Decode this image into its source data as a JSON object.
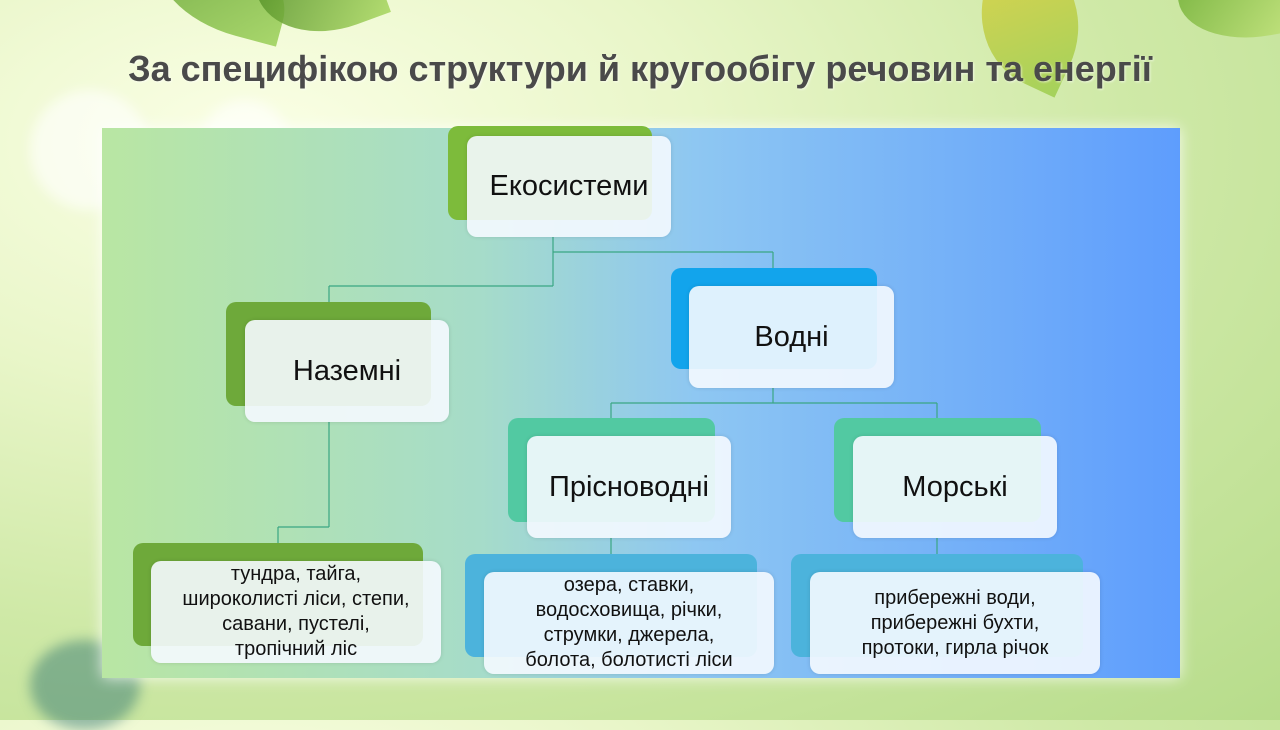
{
  "title": "За специфікою структури й кругообігу речовин та енергії",
  "colors": {
    "green": "#70ad47",
    "blue": "#00a6f0",
    "teal": "#4fcaa6",
    "skyblue": "#4bb1dc",
    "connector": "#3aa683"
  },
  "diagram": {
    "root": "Екосистеми",
    "terrestrial": {
      "label": "Наземні",
      "examples": [
        "тундра, тайга,",
        "широколисті ліси, степи,",
        "савани, пустелі,",
        "тропічний ліс"
      ]
    },
    "aquatic": {
      "label": "Водні",
      "freshwater": {
        "label": "Прісноводні",
        "examples": [
          "озера, ставки,",
          "водосховища, річки,",
          "струмки, джерела,",
          "болота, болотисті ліси"
        ]
      },
      "marine": {
        "label": "Морські",
        "examples": [
          "прибережні води,",
          "прибережні бухти,",
          "протоки, гирла річок"
        ]
      }
    }
  }
}
